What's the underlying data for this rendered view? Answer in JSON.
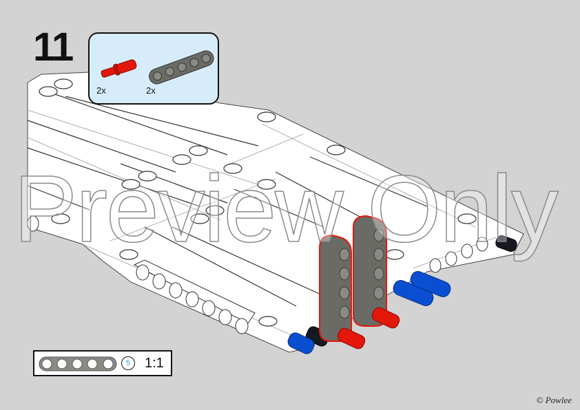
{
  "step": {
    "number": "11"
  },
  "parts_callout": {
    "background": "#d6ecfb",
    "parts": [
      {
        "name": "red-axle-pin",
        "color": "#e3170a",
        "quantity": "2x"
      },
      {
        "name": "dark-gray-liftarm-1x5",
        "color": "#6b6b66",
        "quantity": "2x"
      }
    ]
  },
  "scale_reference": {
    "part": "liftarm-1x5",
    "length": "5",
    "ratio": "1:1"
  },
  "watermark": {
    "text": "Preview Only"
  },
  "footer": {
    "copyright": "© Powlee"
  },
  "colors": {
    "background": "#d3d3d3",
    "model_white": "#ffffff",
    "liftarm_gray": "#6b6b66",
    "highlight_red": "#e3170a",
    "pin_blue": "#0a4fd1",
    "pin_black": "#151a22",
    "scale_number": "#2f9be6"
  }
}
